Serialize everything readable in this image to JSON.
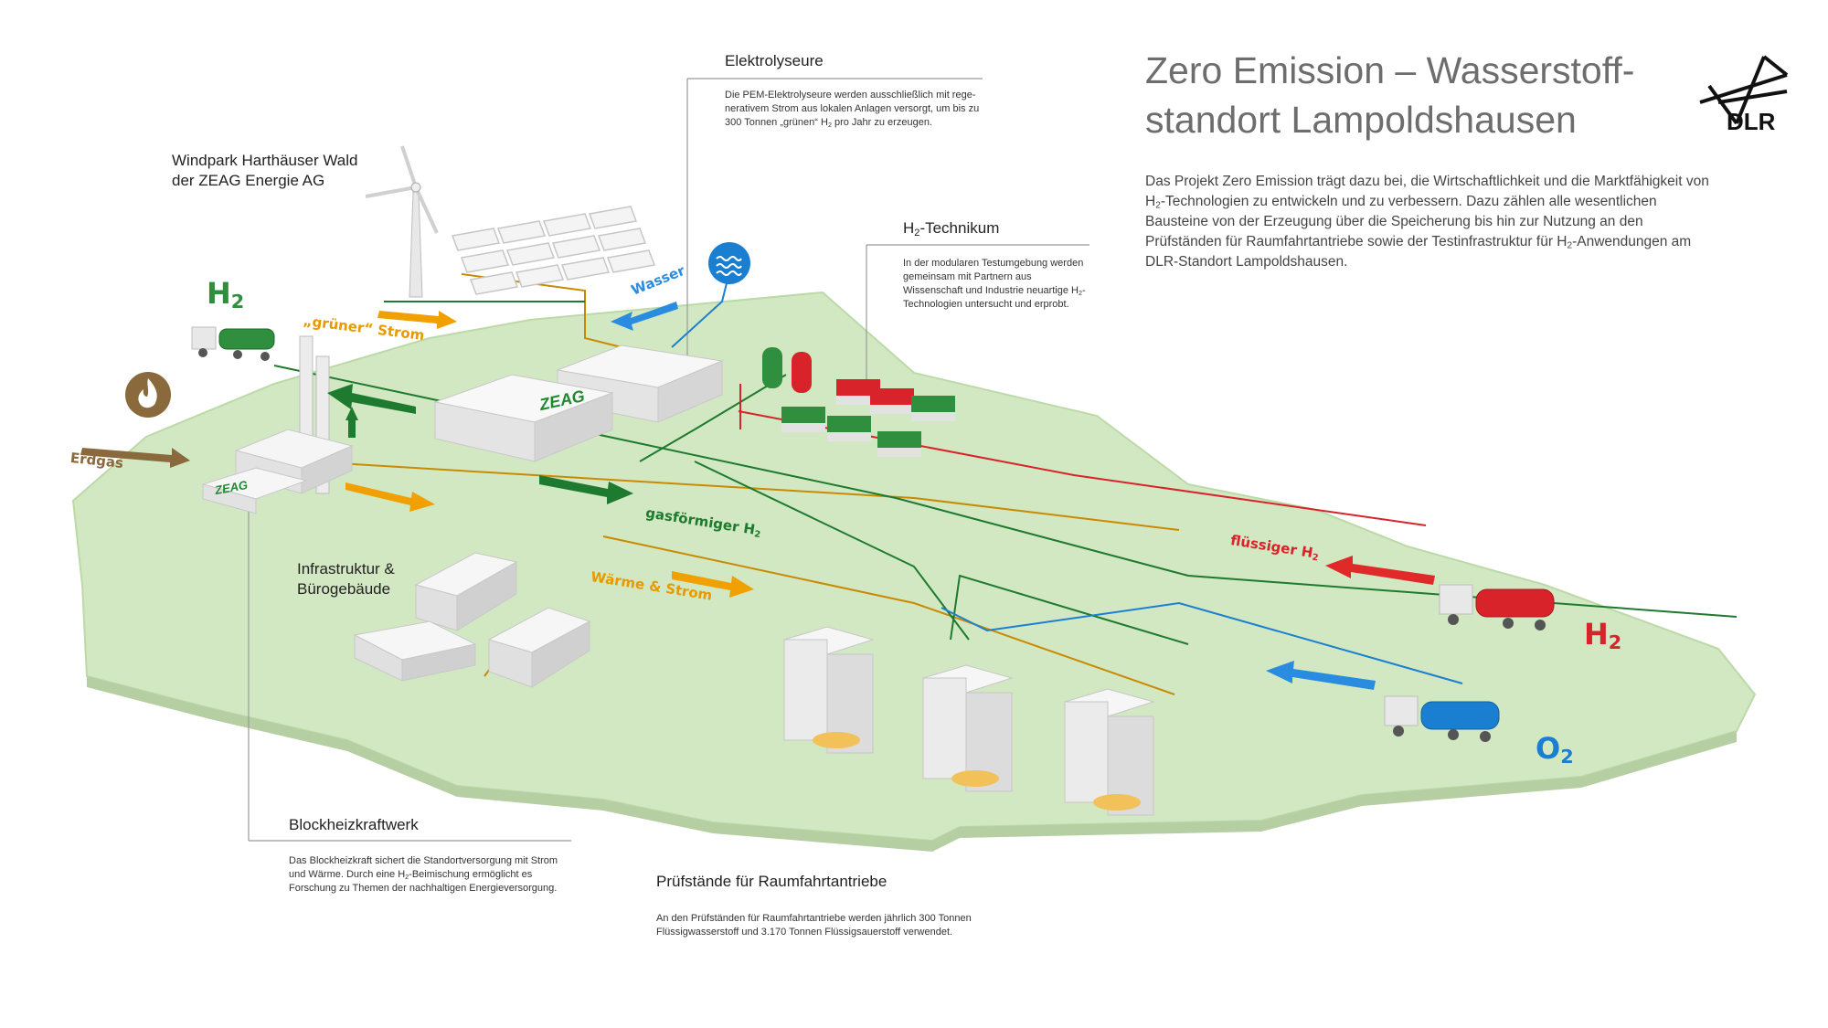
{
  "header": {
    "title_line1": "Zero Emission – Wasserstoff-",
    "title_line2": "standort Lampoldshausen",
    "logo_text": "DLR",
    "intro_html": "Das Projekt Zero Emission trägt dazu bei, die Wirtschaftlichkeit und die Marktfähigkeit von H<sub>2</sub>-Technologien zu entwickeln und zu verbessern. Dazu zählen alle wesentlichen Bausteine von der Erzeugung über die Speicherung bis hin zur Nutzung an den Prüfständen für Raumfahrtan­triebe sowie der Testinfrastruktur für H<sub>2</sub>-Anwendungen am DLR-Standort Lampoldshausen."
  },
  "callouts": {
    "elektrolyseure": {
      "title": "Elektrolyseure",
      "text_html": "Die PEM-Elektrolyseure werden ausschließlich mit rege­nerativem Strom aus lokalen Anlagen versorgt, um bis zu 300 Tonnen „grünen“ H<sub>2</sub> pro Jahr zu erzeugen."
    },
    "technikum": {
      "title_html": "H<sub>2</sub>-Technikum",
      "text_html": "In der modularen Testumgebung werden gemeinsam mit Partnern aus Wissenschaft und Industrie neuartige H<sub>2</sub>-Technologien untersucht und erprobt."
    },
    "windpark": {
      "line1": "Windpark Harthäuser Wald",
      "line2": "der ZEAG Energie AG"
    },
    "infrastruktur": {
      "line1": "Infrastruktur &",
      "line2": "Bürogebäude"
    },
    "blockheizkraftwerk": {
      "title": "Blockheizkraftwerk",
      "text_html": "Das Blockheizkraft sichert die Standortversorgung mit Strom und Wärme. Durch eine H<sub>2</sub>-Beimischung ermöglicht es Forschung zu Themen der nachhaltigen Energieversorgung."
    },
    "pruefstaende": {
      "title": "Prüfstände für Raumfahrtantriebe",
      "text": "An den Prüfständen für Raumfahrtantriebe werden jährlich 300 Tonnen Flüssigwasserstoff und 3.170 Tonnen Flüssigsauerstoff verwendet."
    }
  },
  "flows": {
    "gruener_strom": "„grüner“ Strom",
    "wasser": "Wasser",
    "erdgas": "Erdgas",
    "gasfoermiger_h2_html": "gasförmiger H<sub>2</sub>",
    "waerme_strom": "Wärme & Strom",
    "fluessiger_h2_html": "flüssiger H<sub>2</sub>"
  },
  "labels": {
    "h2_left_html": "H<sub>2</sub>",
    "h2_right_html": "H<sub>2</sub>",
    "o2_html": "O<sub>2</sub>",
    "zeag_logo": "ZEAG"
  },
  "colors": {
    "ground": "#d2e8c2",
    "green": "#1e7a2e",
    "orange": "#f0a000",
    "blue": "#1a7fd1",
    "red": "#d8232a",
    "brown": "#8a6a3c",
    "text_grey": "#6d6d6d"
  }
}
